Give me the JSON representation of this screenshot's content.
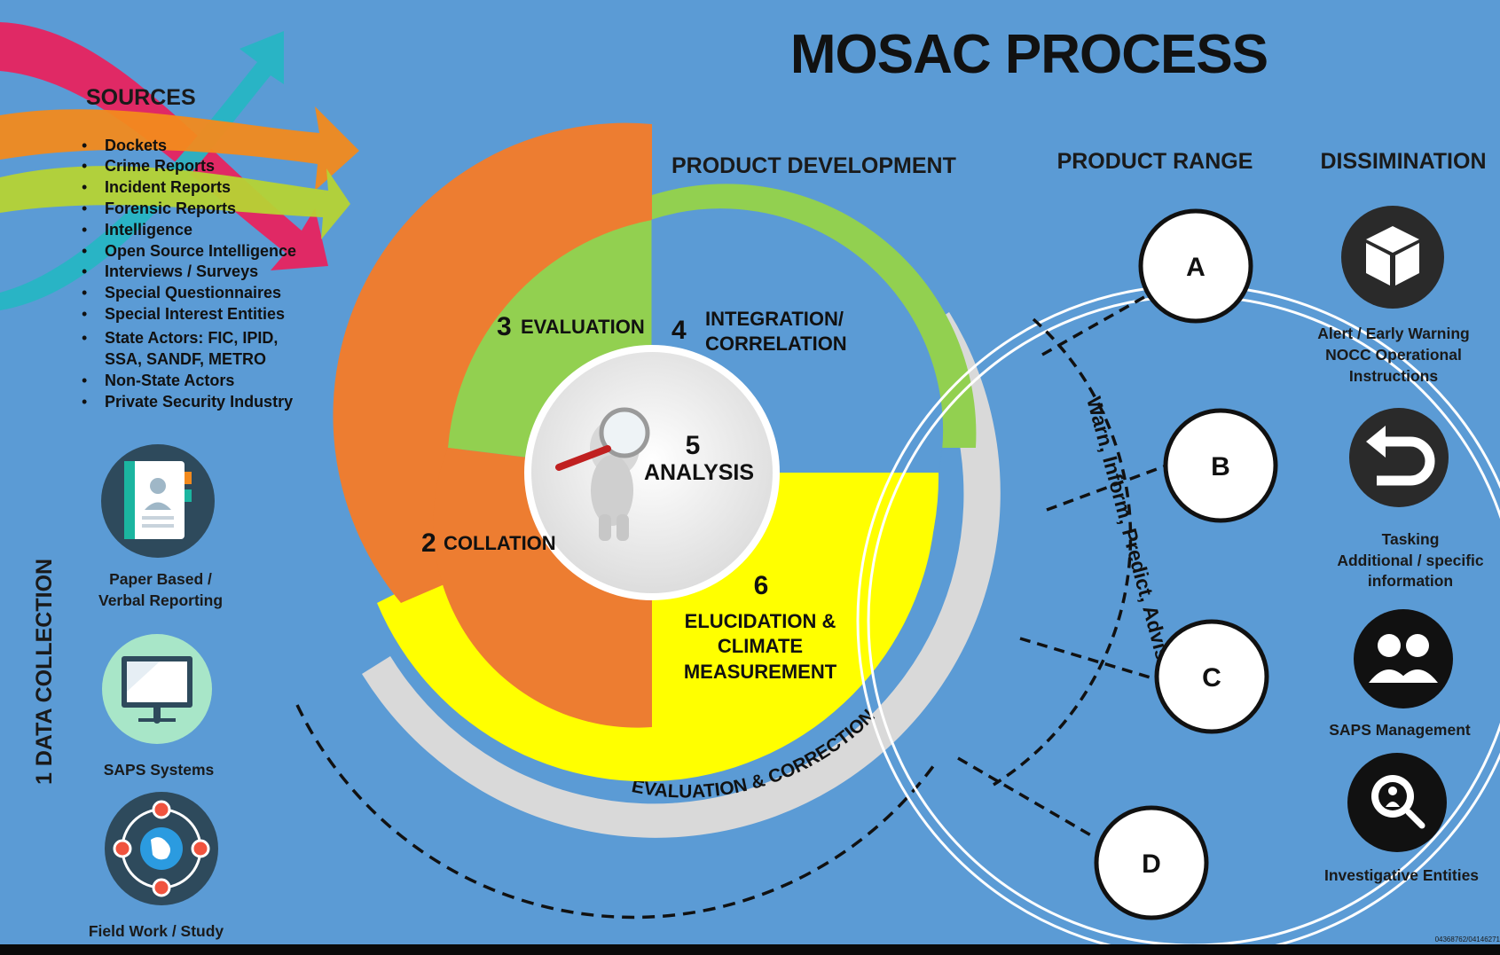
{
  "title": "MOSAC PROCESS",
  "sources": {
    "heading": "SOURCES",
    "items": [
      "Dockets",
      "Crime Reports",
      "Incident Reports",
      "Forensic Reports",
      "Intelligence",
      "Open Source Intelligence",
      "Interviews / Surveys",
      "Special Questionnaires",
      "Special Interest Entities",
      "State Actors:  FIC, IPID,",
      "Non-State Actors",
      "Private Security Industry"
    ],
    "state_actors_line2": "SSA, SANDF, METRO"
  },
  "data_collection": {
    "label": "1 DATA COLLECTION",
    "methods": [
      {
        "icon": "notebook-icon",
        "line1": "Paper Based /",
        "line2": "Verbal Reporting"
      },
      {
        "icon": "computer-icon",
        "line1": "SAPS Systems",
        "line2": ""
      },
      {
        "icon": "globe-network-icon",
        "line1": "Field Work / Study",
        "line2": ""
      }
    ]
  },
  "cycle": {
    "product_development": "PRODUCT DEVELOPMENT",
    "collation": {
      "num": "2",
      "label": "COLLATION"
    },
    "evaluation": {
      "num": "3",
      "label": "EVALUATION"
    },
    "integration": {
      "num": "4",
      "line1": "INTEGRATION/",
      "line2": "CORRELATION"
    },
    "analysis": {
      "num": "5",
      "label": "ANALYSIS"
    },
    "elucidation": {
      "num": "6",
      "line1": "ELUCIDATION &",
      "line2": "CLIMATE",
      "line3": "MEASUREMENT"
    },
    "evaluation_correction": "EVALUATION & CORRECTION",
    "warn_text": "Warn, Inform, Predict, Advise"
  },
  "product_range": {
    "heading": "PRODUCT RANGE",
    "letters": [
      "A",
      "B",
      "C",
      "D"
    ]
  },
  "dissemination": {
    "heading": "DISSIMINATION",
    "items": [
      {
        "icon": "box-icon",
        "line1": "Alert / Early Warning",
        "line2": "NOCC Operational",
        "line3": "Instructions"
      },
      {
        "icon": "return-arrow-icon",
        "line1": "Tasking",
        "line2": "Additional / specific",
        "line3": "information"
      },
      {
        "icon": "people-icon",
        "line1": "SAPS Management",
        "line2": "",
        "line3": ""
      },
      {
        "icon": "investigator-icon",
        "line1": "Investigative Entities",
        "line2": "",
        "line3": ""
      }
    ]
  },
  "footer_code": "04368762/04146271",
  "colors": {
    "background": "#5b9bd5",
    "orange": "#ed7d31",
    "green": "#92d050",
    "yellow": "#ffff00",
    "gray_ring": "#d9d9d9"
  }
}
